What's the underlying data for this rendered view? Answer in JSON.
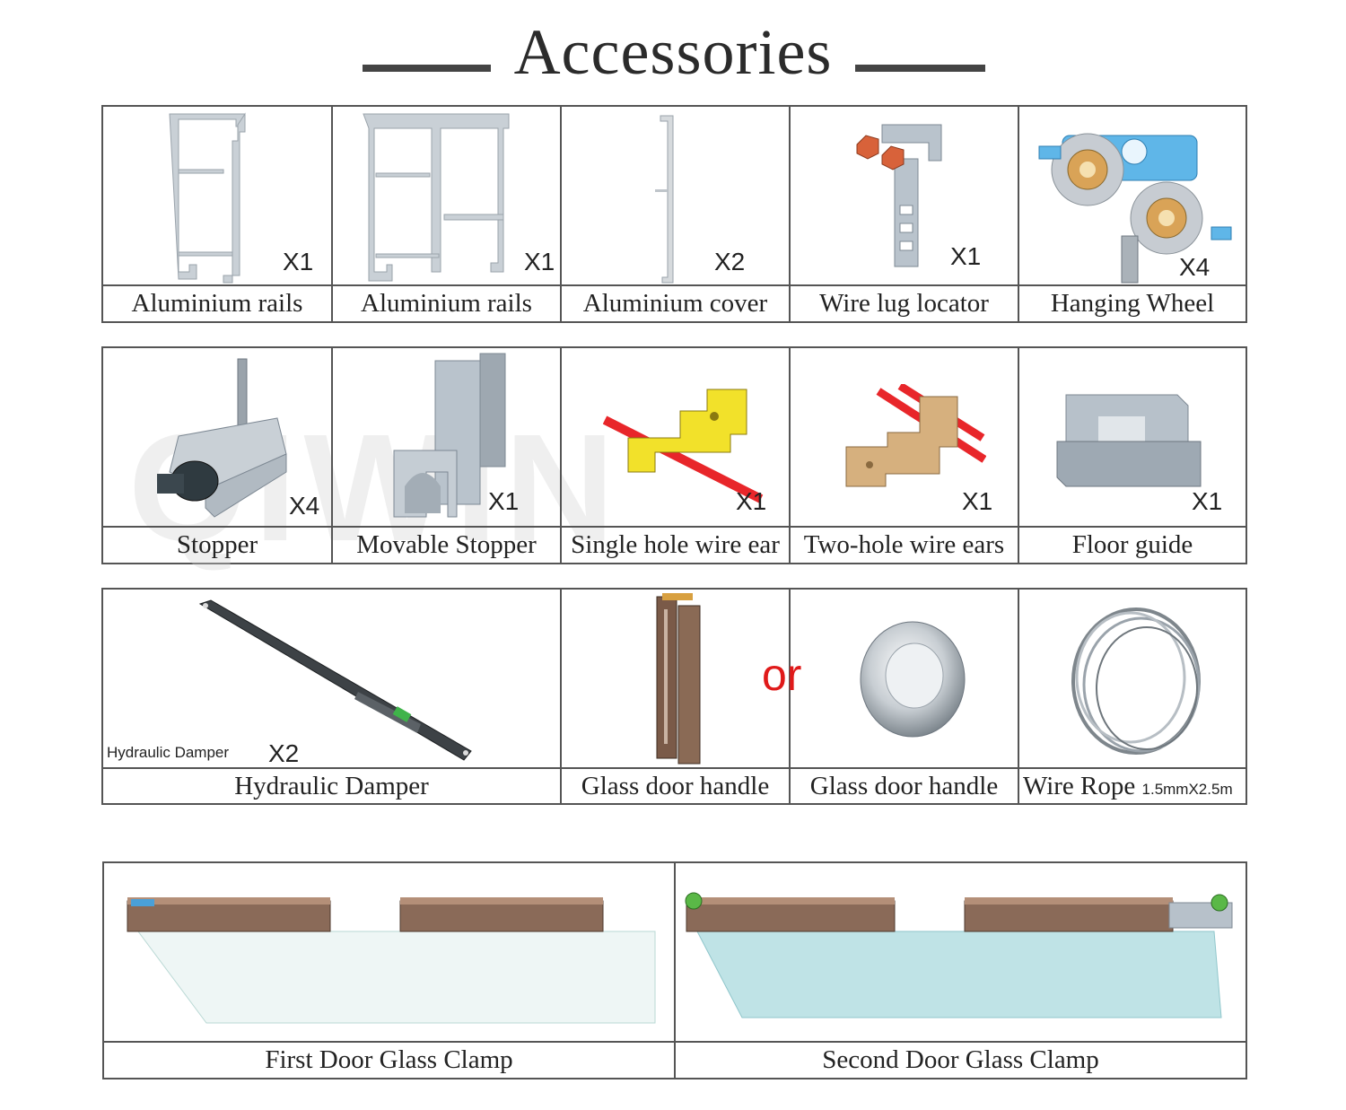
{
  "title": "Accessories",
  "watermark": "QIWIN",
  "row1": [
    {
      "label": "Aluminium rails",
      "qty": "X1",
      "icon": "aluminium-rail-profile-icon"
    },
    {
      "label": "Aluminium rails",
      "qty": "X1",
      "icon": "aluminium-double-rail-profile-icon"
    },
    {
      "label": "Aluminium cover",
      "qty": "X2",
      "icon": "aluminium-cover-icon"
    },
    {
      "label": "Wire lug locator",
      "qty": "X1",
      "icon": "wire-lug-locator-icon"
    },
    {
      "label": "Hanging Wheel",
      "qty": "X4",
      "icon": "hanging-wheel-icon"
    }
  ],
  "row2": [
    {
      "label": "Stopper",
      "qty": "X4",
      "icon": "stopper-icon"
    },
    {
      "label": "Movable Stopper",
      "qty": "X1",
      "icon": "movable-stopper-icon"
    },
    {
      "label": "Single hole wire ear",
      "qty": "X1",
      "icon": "single-hole-wire-ear-icon"
    },
    {
      "label": "Two-hole wire ears",
      "qty": "X1",
      "icon": "two-hole-wire-ears-icon"
    },
    {
      "label": "Floor guide",
      "qty": "X1",
      "icon": "floor-guide-icon"
    }
  ],
  "row3": {
    "damper": {
      "label": "Hydraulic Damper",
      "caption": "Hydraulic Damper",
      "qty": "X2",
      "icon": "hydraulic-damper-icon"
    },
    "handle1": {
      "label": "Glass door handle",
      "icon": "bar-handle-icon"
    },
    "or_text": "or",
    "handle2": {
      "label": "Glass door handle",
      "icon": "round-knob-handle-icon"
    },
    "rope": {
      "label": "Wire Rope",
      "spec": "1.5mmX2.5m",
      "icon": "wire-rope-coil-icon"
    }
  },
  "row4": [
    {
      "label": "First Door Glass Clamp",
      "icon": "first-door-glass-clamp-icon"
    },
    {
      "label": "Second Door Glass Clamp",
      "icon": "second-door-glass-clamp-icon"
    }
  ],
  "colors": {
    "border": "#555555",
    "rail": "#c9d0d6",
    "wheel": "#5fb6e8",
    "yellow": "#f2e12a",
    "wire_red": "#e8262a",
    "bronze": "#8a6a55",
    "glass": "#bfe3e6",
    "accent_or": "#e01a1a"
  }
}
